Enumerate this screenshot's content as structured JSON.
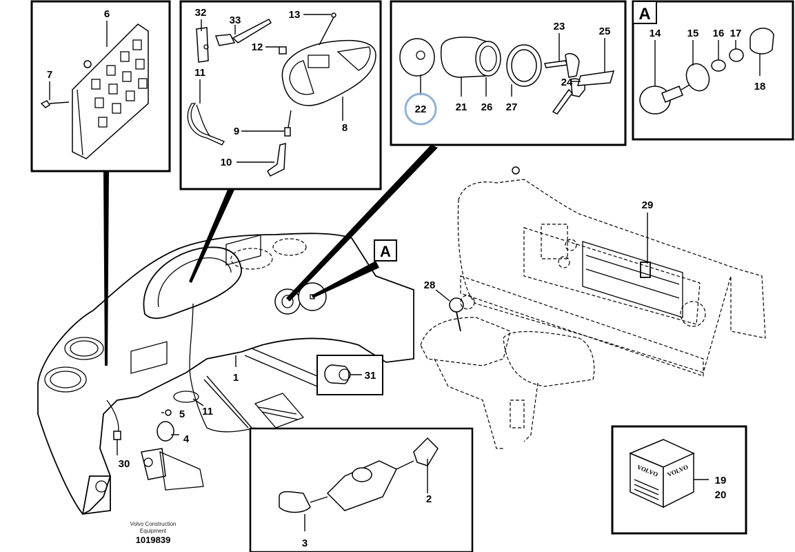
{
  "diagram": {
    "title_caption": "Volvo Construction Equipment",
    "caption_line1": "Volvo Construction",
    "caption_line2": "Equipment",
    "drawing_number": "1019839",
    "highlight_color": "#8fb3d6",
    "callout_letter": "A",
    "detail_box_letter": "A",
    "kit_brand_text": "VOLVO",
    "part_labels": {
      "p1": "1",
      "p2": "2",
      "p3": "3",
      "p4": "4",
      "p5": "5",
      "p6": "6",
      "p7": "7",
      "p8": "8",
      "p9": "9",
      "p10": "10",
      "p11a": "11",
      "p11b": "11",
      "p12": "12",
      "p13": "13",
      "p14": "14",
      "p15": "15",
      "p16": "16",
      "p17": "17",
      "p18": "18",
      "p19": "19",
      "p20": "20",
      "p21": "21",
      "p22": "22",
      "p23": "23",
      "p24": "24",
      "p25": "25",
      "p26": "26",
      "p27": "27",
      "p28": "28",
      "p29": "29",
      "p30": "30",
      "p31": "31",
      "p32": "32",
      "p33": "33"
    },
    "highlighted_part": "22"
  }
}
